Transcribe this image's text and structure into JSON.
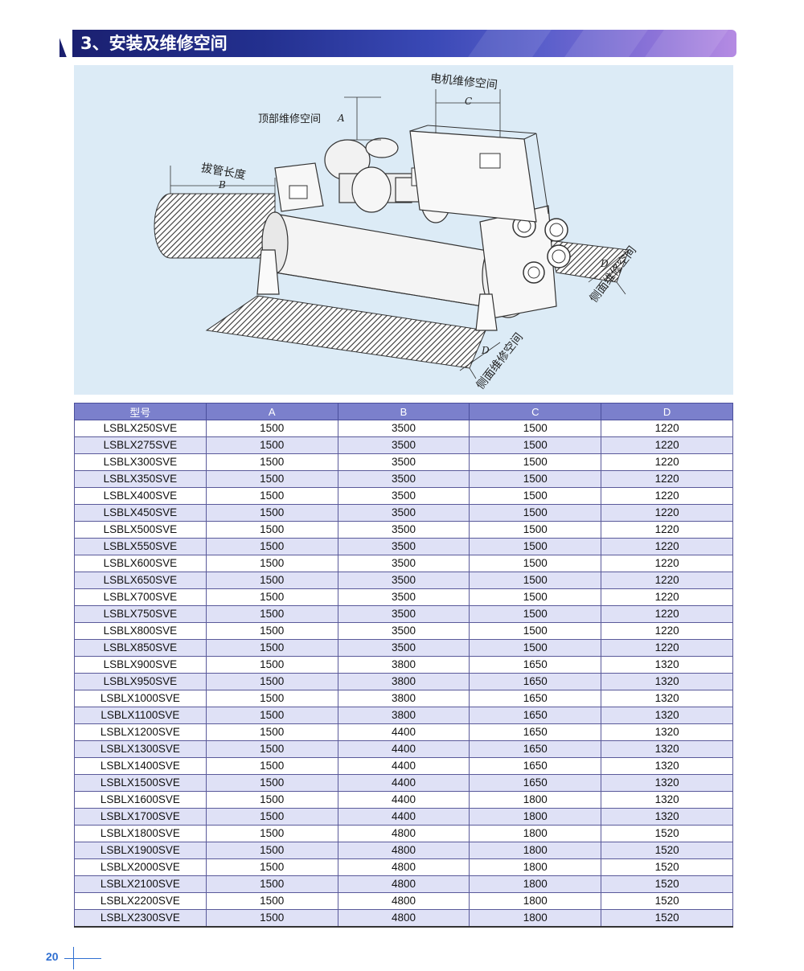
{
  "section": {
    "title": "3、安装及维修空间"
  },
  "diagram": {
    "labels": {
      "motor_space": "电机维修空间",
      "top_space": "顶部维修空间",
      "tube_pull": "拔管长度",
      "side_space_right": "侧面维修空间",
      "side_space_bottom": "侧面维修空间"
    },
    "dim_letters": {
      "A": "A",
      "B": "B",
      "C": "C",
      "D1": "D",
      "D2": "D"
    }
  },
  "table": {
    "headers": [
      "型号",
      "A",
      "B",
      "C",
      "D"
    ],
    "rows": [
      [
        "LSBLX250SVE",
        "1500",
        "3500",
        "1500",
        "1220"
      ],
      [
        "LSBLX275SVE",
        "1500",
        "3500",
        "1500",
        "1220"
      ],
      [
        "LSBLX300SVE",
        "1500",
        "3500",
        "1500",
        "1220"
      ],
      [
        "LSBLX350SVE",
        "1500",
        "3500",
        "1500",
        "1220"
      ],
      [
        "LSBLX400SVE",
        "1500",
        "3500",
        "1500",
        "1220"
      ],
      [
        "LSBLX450SVE",
        "1500",
        "3500",
        "1500",
        "1220"
      ],
      [
        "LSBLX500SVE",
        "1500",
        "3500",
        "1500",
        "1220"
      ],
      [
        "LSBLX550SVE",
        "1500",
        "3500",
        "1500",
        "1220"
      ],
      [
        "LSBLX600SVE",
        "1500",
        "3500",
        "1500",
        "1220"
      ],
      [
        "LSBLX650SVE",
        "1500",
        "3500",
        "1500",
        "1220"
      ],
      [
        "LSBLX700SVE",
        "1500",
        "3500",
        "1500",
        "1220"
      ],
      [
        "LSBLX750SVE",
        "1500",
        "3500",
        "1500",
        "1220"
      ],
      [
        "LSBLX800SVE",
        "1500",
        "3500",
        "1500",
        "1220"
      ],
      [
        "LSBLX850SVE",
        "1500",
        "3500",
        "1500",
        "1220"
      ],
      [
        "LSBLX900SVE",
        "1500",
        "3800",
        "1650",
        "1320"
      ],
      [
        "LSBLX950SVE",
        "1500",
        "3800",
        "1650",
        "1320"
      ],
      [
        "LSBLX1000SVE",
        "1500",
        "3800",
        "1650",
        "1320"
      ],
      [
        "LSBLX1100SVE",
        "1500",
        "3800",
        "1650",
        "1320"
      ],
      [
        "LSBLX1200SVE",
        "1500",
        "4400",
        "1650",
        "1320"
      ],
      [
        "LSBLX1300SVE",
        "1500",
        "4400",
        "1650",
        "1320"
      ],
      [
        "LSBLX1400SVE",
        "1500",
        "4400",
        "1650",
        "1320"
      ],
      [
        "LSBLX1500SVE",
        "1500",
        "4400",
        "1650",
        "1320"
      ],
      [
        "LSBLX1600SVE",
        "1500",
        "4400",
        "1800",
        "1320"
      ],
      [
        "LSBLX1700SVE",
        "1500",
        "4400",
        "1800",
        "1320"
      ],
      [
        "LSBLX1800SVE",
        "1500",
        "4800",
        "1800",
        "1520"
      ],
      [
        "LSBLX1900SVE",
        "1500",
        "4800",
        "1800",
        "1520"
      ],
      [
        "LSBLX2000SVE",
        "1500",
        "4800",
        "1800",
        "1520"
      ],
      [
        "LSBLX2100SVE",
        "1500",
        "4800",
        "1800",
        "1520"
      ],
      [
        "LSBLX2200SVE",
        "1500",
        "4800",
        "1800",
        "1520"
      ],
      [
        "LSBLX2300SVE",
        "1500",
        "4800",
        "1800",
        "1520"
      ]
    ]
  },
  "page": {
    "number": "20"
  },
  "colors": {
    "header_bg": "#7b80cc",
    "row_alt": "#dfe1f6",
    "banner": "#23308f",
    "page_number": "#2f6fd1"
  }
}
